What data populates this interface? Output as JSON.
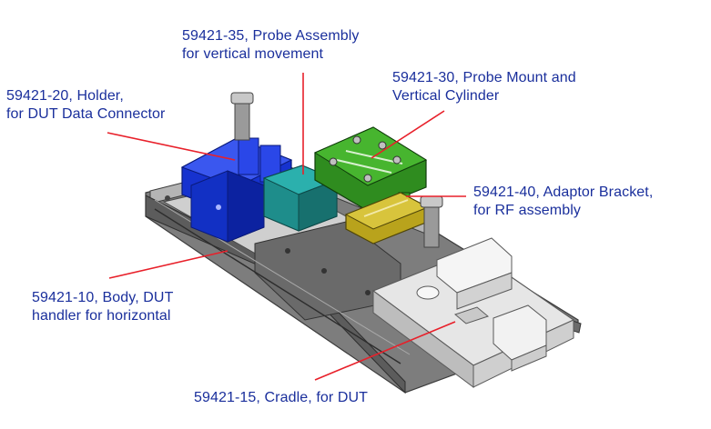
{
  "colors": {
    "label_text": "#1a2f9c",
    "leader_line": "#e8202a",
    "holder": "#1732d6",
    "probe_assembly": "#1f8c8a",
    "probe_mount": "#2e8b1e",
    "adaptor_bracket": "#b7a21e",
    "body": "#8a8a8a",
    "cradle": "#ececec"
  },
  "labels": {
    "probe_assembly": {
      "line1": "59421-35, Probe Assembly",
      "line2": "for vertical movement"
    },
    "probe_mount": {
      "line1": "59421-30, Probe Mount and",
      "line2": "Vertical Cylinder"
    },
    "holder": {
      "line1": "59421-20, Holder,",
      "line2": "for DUT Data Connector"
    },
    "adaptor_bracket": {
      "line1": "59421-40, Adaptor Bracket,",
      "line2": "for RF assembly"
    },
    "body": {
      "line1": "59421-10, Body, DUT",
      "line2": "handler for horizontal"
    },
    "cradle": {
      "line1": "59421-15, Cradle, for DUT"
    }
  }
}
